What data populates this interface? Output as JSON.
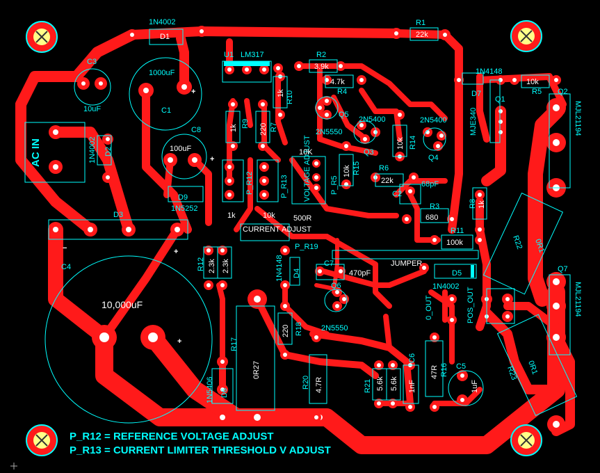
{
  "notes": {
    "line1": "P_R12 = REFERENCE VOLTAGE ADJUST",
    "line2": "P_R13 = CURRENT LIMITER THRESHOLD V ADJUST"
  },
  "components": {
    "d1_part": "1N4002",
    "d1": "D1",
    "c1_value": "1000uF",
    "c1": "C1",
    "c3": "C3",
    "c3_value": "10uF",
    "u1": "U1",
    "u1_part": "LM317",
    "r2": "R2",
    "r2_value": "3.9k",
    "r4_value": "4.7k",
    "r4": "R4",
    "r1": "R1",
    "r1_value": "22k",
    "d7_part": "1N4148",
    "d7": "D7",
    "r5_value": "10k",
    "r5": "R5",
    "q2": "Q2",
    "q2_part": "MJL21194",
    "q1": "Q1",
    "q1_part": "MJE340",
    "q3_part": "2N5400",
    "q3": "Q3",
    "q4_part": "2N5400",
    "q4": "Q4",
    "q5_part": "2N5550",
    "q5": "Q5",
    "r9": "R9",
    "r9_value": "1k",
    "r7": "R7",
    "r7_value": "220",
    "r10": "R10",
    "r10_value": "1k",
    "r14": "R14",
    "r14_value": "10k",
    "r15": "R15",
    "r15_value": "10k",
    "r6": "R6",
    "r6_value": "22k",
    "c2": "C2",
    "c2_value": "68pF",
    "r3": "R3",
    "r3_value": "680",
    "r11": "R11",
    "r11_value": "100k",
    "r8": "R8",
    "r8_value": "1k",
    "r22": "R22",
    "r22_value": "0R1",
    "r23": "R23",
    "r23_value": "0R1",
    "q7": "Q7",
    "q7_part": "MJL21194",
    "c8": "C8",
    "c8_value": "100uF",
    "d2_part": "1N4002",
    "d2": "D2",
    "ac_in": "AC IN",
    "d9": "D9",
    "d9_part": "1N5252",
    "d3": "D3",
    "c4": "C4",
    "c4_value": "10,000uF",
    "p_r12": "P_R12",
    "p_r12_value": "1k",
    "p_r13": "P_R13",
    "p_r13_value": "10k",
    "voltage_adjust_label": "VOLTAGE ADJUST",
    "pr5": "P_R5",
    "pr5_value": "10K",
    "current_adjust_label": "CURRENT ADJUST",
    "pr19": "P_R19",
    "pr19_value": "500R",
    "r12": "R12",
    "r12_a": "2.3k",
    "r12_b": "2.3k",
    "d4_part": "1N4148",
    "d4": "D4",
    "c7": "C7",
    "c7_value": "470pF",
    "jumper": "JUMPER",
    "d5": "D5",
    "d5_part": "1N4002",
    "zero_out": "0_OUT",
    "pos_out": "POS_OUT",
    "q6": "Q6",
    "q6_part": "2N5550",
    "r18": "R18",
    "r18_value": "220",
    "r17": "R17",
    "r17_value": "0R27",
    "d6": "D6",
    "d6_part": "1N5406",
    "r20": "R20",
    "r20_value": "4.7R",
    "r21": "R21",
    "r21_a": "5.6k",
    "r21_b": "5.6k",
    "c6": "C6",
    "c6_value": "1nF",
    "r16": "R16",
    "r16_value": "47R",
    "c5": "C5",
    "c5_value": "1uF"
  },
  "colors": {
    "copper": "#ff1a1a",
    "silkscreen": "#00ffff",
    "background": "#000000",
    "hole": "#ffffff"
  }
}
